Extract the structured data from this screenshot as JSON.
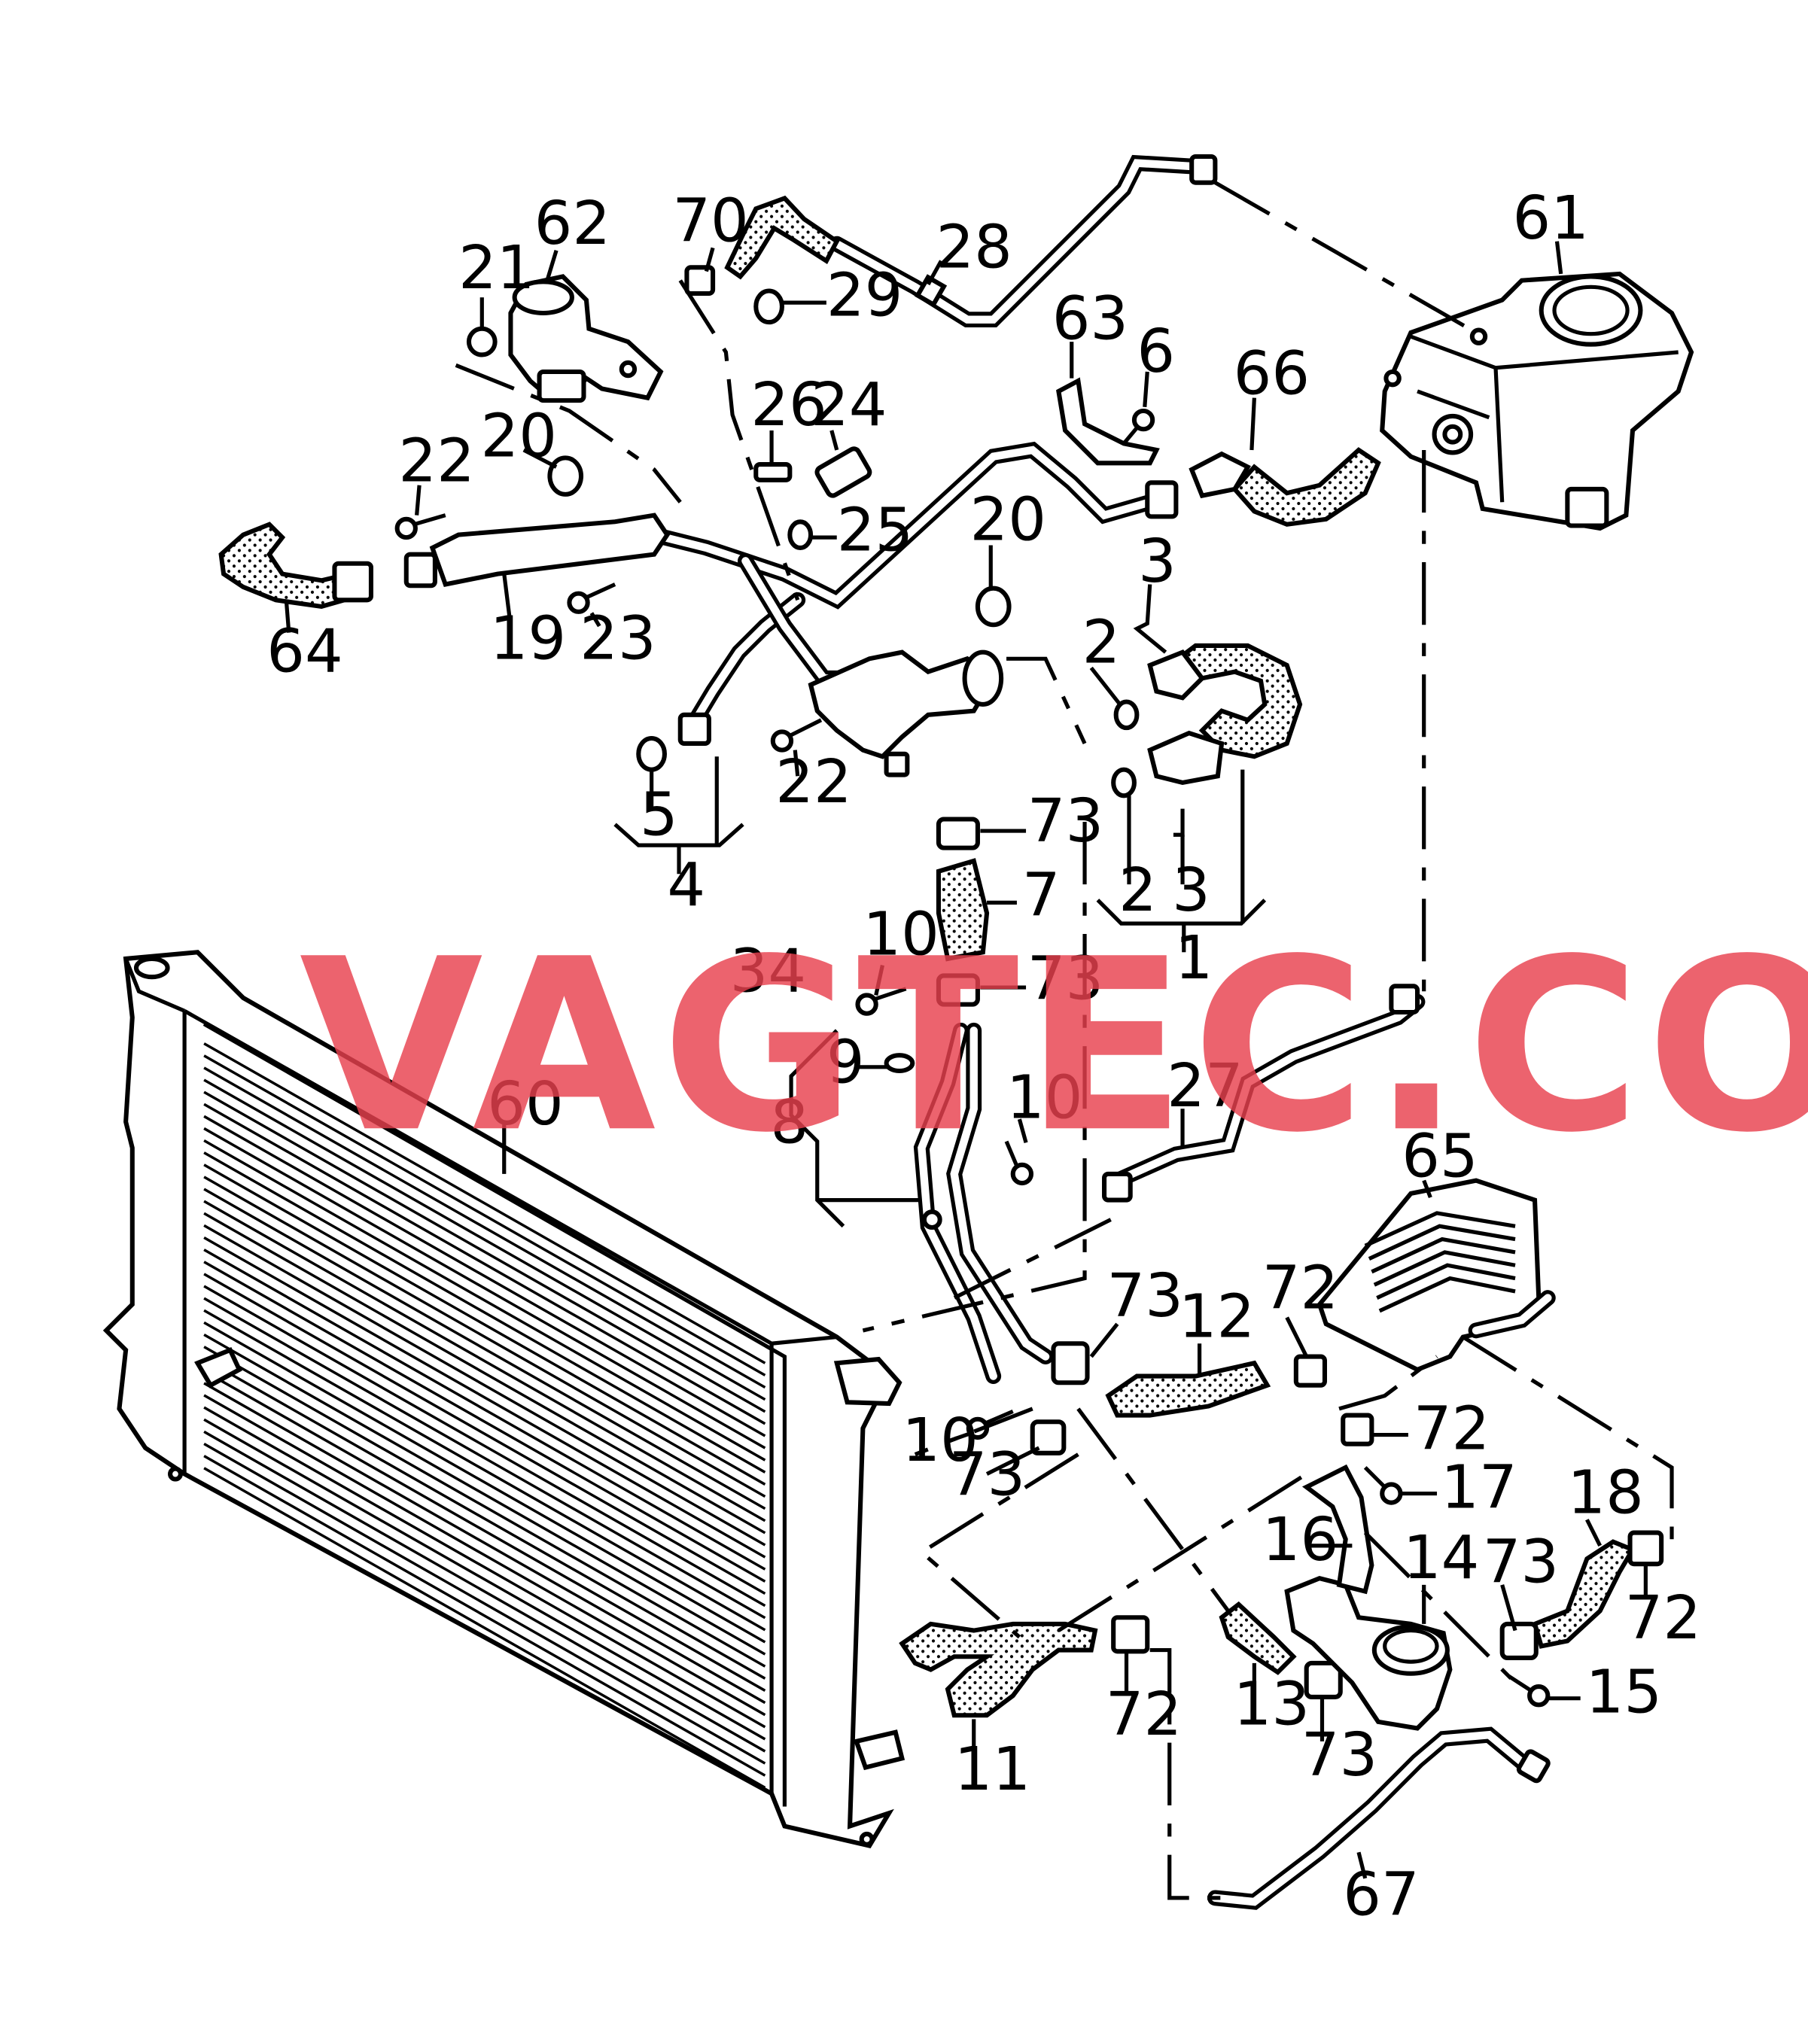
{
  "watermark": "VAGTEC.COM.UA",
  "callouts": [
    {
      "id": "70",
      "text": "70"
    },
    {
      "id": "28",
      "text": "28"
    },
    {
      "id": "61",
      "text": "61"
    },
    {
      "id": "62",
      "text": "62"
    },
    {
      "id": "21",
      "text": "21"
    },
    {
      "id": "29",
      "text": "29"
    },
    {
      "id": "63",
      "text": "63"
    },
    {
      "id": "6",
      "text": "6"
    },
    {
      "id": "66",
      "text": "66"
    },
    {
      "id": "26",
      "text": "26"
    },
    {
      "id": "24",
      "text": "24"
    },
    {
      "id": "22a",
      "text": "22"
    },
    {
      "id": "20a",
      "text": "20"
    },
    {
      "id": "25",
      "text": "25"
    },
    {
      "id": "20b",
      "text": "20"
    },
    {
      "id": "3a",
      "text": "3"
    },
    {
      "id": "64",
      "text": "64"
    },
    {
      "id": "19",
      "text": "19"
    },
    {
      "id": "23",
      "text": "23"
    },
    {
      "id": "2a",
      "text": "2"
    },
    {
      "id": "22b",
      "text": "22"
    },
    {
      "id": "5",
      "text": "5"
    },
    {
      "id": "73a",
      "text": "73"
    },
    {
      "id": "4",
      "text": "4"
    },
    {
      "id": "7",
      "text": "7"
    },
    {
      "id": "2b",
      "text": "2"
    },
    {
      "id": "3b",
      "text": "3"
    },
    {
      "id": "1",
      "text": "1"
    },
    {
      "id": "10a",
      "text": "10"
    },
    {
      "id": "34",
      "text": "34"
    },
    {
      "id": "73b",
      "text": "73"
    },
    {
      "id": "9",
      "text": "9"
    },
    {
      "id": "10b",
      "text": "10"
    },
    {
      "id": "27",
      "text": "27"
    },
    {
      "id": "60",
      "text": "60"
    },
    {
      "id": "8",
      "text": "8"
    },
    {
      "id": "65",
      "text": "65"
    },
    {
      "id": "73c",
      "text": "73"
    },
    {
      "id": "72a",
      "text": "72"
    },
    {
      "id": "12",
      "text": "12"
    },
    {
      "id": "72b",
      "text": "72"
    },
    {
      "id": "10c",
      "text": "10"
    },
    {
      "id": "73d",
      "text": "73"
    },
    {
      "id": "17",
      "text": "17"
    },
    {
      "id": "18",
      "text": "18"
    },
    {
      "id": "16",
      "text": "16"
    },
    {
      "id": "14",
      "text": "14"
    },
    {
      "id": "73e",
      "text": "73"
    },
    {
      "id": "72c",
      "text": "72"
    },
    {
      "id": "15",
      "text": "15"
    },
    {
      "id": "11",
      "text": "11"
    },
    {
      "id": "72d",
      "text": "72"
    },
    {
      "id": "13",
      "text": "13"
    },
    {
      "id": "73f",
      "text": "73"
    },
    {
      "id": "67",
      "text": "67"
    }
  ]
}
